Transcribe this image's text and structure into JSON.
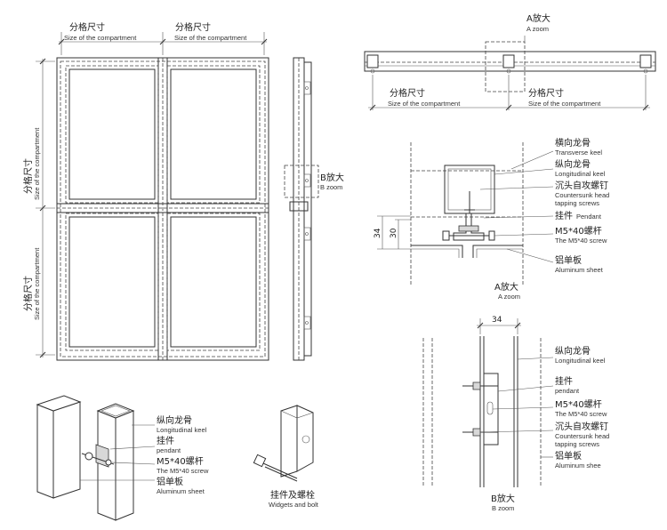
{
  "elevation": {
    "top_dim_left_cn": "分格尺寸",
    "top_dim_left_en": "Size of the compartment",
    "top_dim_right_cn": "分格尺寸",
    "top_dim_right_en": "Size of the compartment",
    "side_dim_top_cn": "分格尺寸",
    "side_dim_top_en": "Size of the compartment",
    "side_dim_bottom_cn": "分格尺寸",
    "side_dim_bottom_en": "Size of the compartment"
  },
  "side_view": {
    "b_zoom_cn": "B放大",
    "b_zoom_en": "B zoom"
  },
  "plan": {
    "a_zoom_cn": "A放大",
    "a_zoom_en": "A zoom",
    "dim_left_cn": "分格尺寸",
    "dim_left_en": "Size of the compartment",
    "dim_right_cn": "分格尺寸",
    "dim_right_en": "Size of the compartment"
  },
  "detail_a": {
    "transverse_cn": "横向龙骨",
    "transverse_en": "Transverse keel",
    "longitudinal_cn": "纵向龙骨",
    "longitudinal_en": "Longitudinal keel",
    "screws_cn": "沉头自攻螺钉",
    "screws_en_1": "Countersunk head",
    "screws_en_2": "tapping screws",
    "pendant_cn": "挂件",
    "pendant_en": "Pendant",
    "bolt_cn": "M5*40螺杆",
    "bolt_en": "The M5*40 screw",
    "sheet_cn": "铝单板",
    "sheet_en": "Aluminum sheet",
    "dim_34": "34",
    "dim_30": "30",
    "caption_cn": "A放大",
    "caption_en": "A zoom"
  },
  "detail_b": {
    "dim_34": "34",
    "longitudinal_cn": "纵向龙骨",
    "longitudinal_en": "Longitudinal keel",
    "pendant_cn": "挂件",
    "pendant_en": "pendant",
    "bolt_cn": "M5*40螺杆",
    "bolt_en": "The M5*40 screw",
    "screws_cn": "沉头自攻螺钉",
    "screws_en_1": "Countersunk head",
    "screws_en_2": "tapping screws",
    "sheet_cn": "铝单板",
    "sheet_en": "Aluminum shee",
    "caption_cn": "B放大",
    "caption_en": "B zoom"
  },
  "iso": {
    "longitudinal_cn": "纵向龙骨",
    "longitudinal_en": "Longitudinal keel",
    "pendant_cn": "挂件",
    "pendant_en": "pendant",
    "bolt_cn": "M5*40螺杆",
    "bolt_en": "The M5*40 screw",
    "sheet_cn": "铝单板",
    "sheet_en": "Aluminum sheet",
    "widgets_cn": "挂件及螺栓",
    "widgets_en": "Widgets and bolt"
  }
}
